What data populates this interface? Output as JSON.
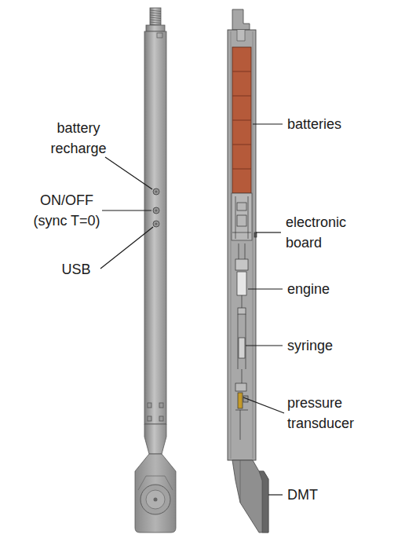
{
  "diagram": {
    "labels": [
      "battery recharge",
      "ON/OFF (sync T=0)",
      "USB",
      "batteries",
      "electronic board",
      "engine",
      "syringe",
      "pressure transducer",
      "DMT"
    ]
  }
}
